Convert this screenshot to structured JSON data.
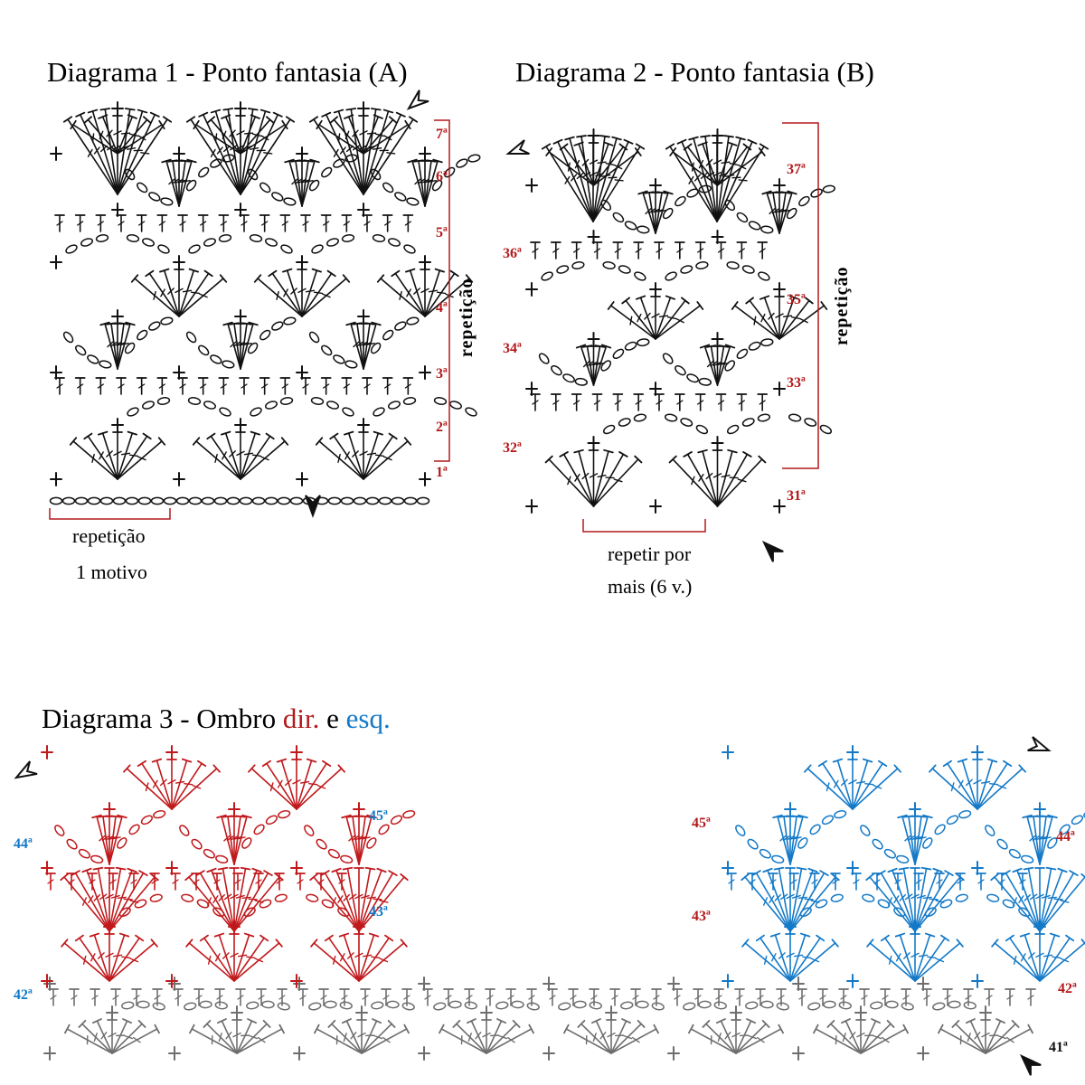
{
  "colors": {
    "black": "#111111",
    "red": "#c0191c",
    "blue": "#1479c7",
    "gray": "#6e6e6e",
    "label_red": "#b3191b",
    "label_blue": "#1479c7"
  },
  "diagram1": {
    "title": "Diagrama 1 - Ponto fantasia (A)",
    "repeat_label": "repetição",
    "motif_label_line1": "repetição",
    "motif_label_line2": "1 motivo",
    "row_labels": [
      "1ª",
      "2ª",
      "3ª",
      "4ª",
      "5ª",
      "6ª",
      "7ª"
    ]
  },
  "diagram2": {
    "title": "Diagrama 2 - Ponto fantasia (B)",
    "repeat_label": "repetição",
    "repeat_more_line1": "repetir por",
    "repeat_more_line2": "mais (6 v.)",
    "row_labels": [
      "31ª",
      "32ª",
      "33ª",
      "34ª",
      "35ª",
      "36ª",
      "37ª"
    ]
  },
  "diagram3": {
    "title_prefix": "Diagrama 3 - Ombro ",
    "title_dir": "dir.",
    "title_mid": " e ",
    "title_esq": "esq.",
    "left_labels": {
      "r42": "42ª",
      "r43": "43ª",
      "r44": "44ª",
      "r45": "45ª"
    },
    "right_labels": {
      "r41": "41ª",
      "r42": "42ª",
      "r43": "43ª",
      "r44": "44ª",
      "r45": "45ª"
    }
  },
  "symbols": [
    "chain",
    "single-crochet",
    "double-crochet",
    "fan",
    "direction-arrow"
  ]
}
